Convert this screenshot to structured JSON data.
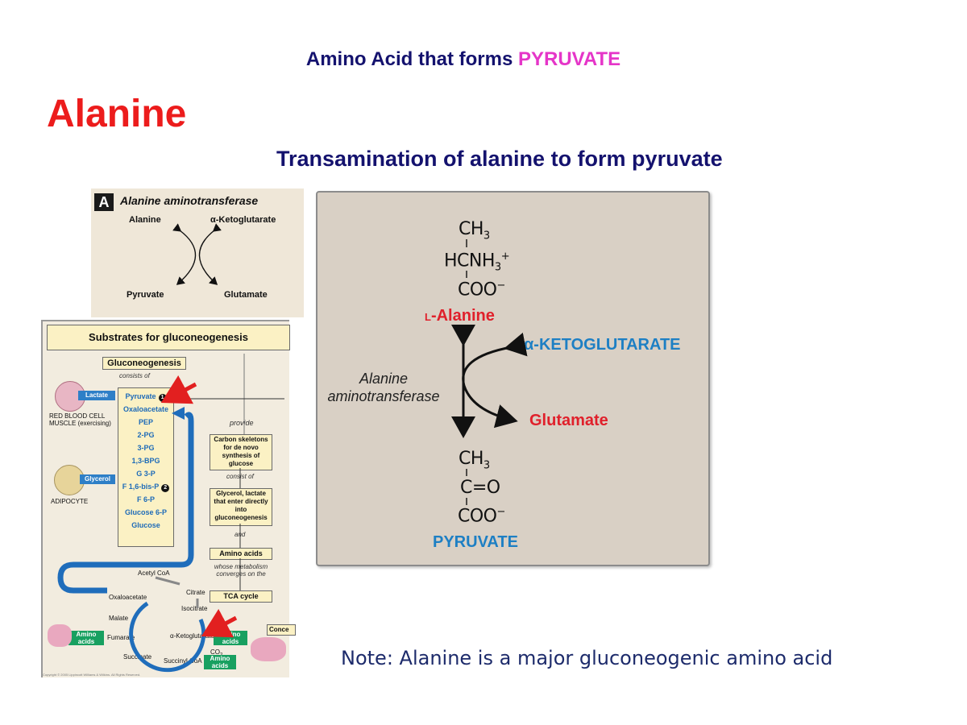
{
  "slide": {
    "header_prefix": "Amino Acid that forms ",
    "header_highlight": "PYRUVATE",
    "main_title": "Alanine",
    "subtitle": "Transamination of alanine to form pyruvate",
    "note": "Note: Alanine is a major gluconeogenic amino acid"
  },
  "panel_a": {
    "badge": "A",
    "title": "Alanine aminotransferase",
    "top_left": "Alanine",
    "top_right": "α-Ketoglutarate",
    "bottom_left": "Pyruvate",
    "bottom_right": "Glutamate"
  },
  "reaction": {
    "alanine_ch3": "CH",
    "alanine_hcnh": "HCNH",
    "alanine_coo": "COO",
    "alanine_name_prefix": "L",
    "alanine_name": "-Alanine",
    "ketoglutarate": "α-KETOGLUTARATE",
    "glutamate": "Glutamate",
    "enzyme_line1": "Alanine",
    "enzyme_line2": "aminotransferase",
    "pyruvate_ch3": "CH",
    "pyruvate_co": "C=O",
    "pyruvate_coo": "COO",
    "pyruvate_name": "PYRUVATE",
    "sub3": "3",
    "plus": "+",
    "minus": "−",
    "colors": {
      "red": "#e0202b",
      "blue": "#1d7fc4"
    }
  },
  "gng": {
    "title": "Substrates for gluconeogenesis",
    "gluco_label": "Gluconeogenesis",
    "consists_of": "consists of",
    "lactate": "Lactate",
    "rbc_line1": "RED BLOOD CELL",
    "rbc_line2": "MUSCLE (exercising)",
    "glycerol": "Glycerol",
    "adipocyte": "ADIPOCYTE",
    "pathway": [
      "Pyruvate",
      "Oxaloacetate",
      "PEP",
      "2-PG",
      "3-PG",
      "1,3-BPG",
      "G 3-P",
      "F 1,6-bis-P",
      "F 6-P",
      "Glucose 6-P",
      "Glucose"
    ],
    "step1": "1",
    "step2": "2",
    "provide": "provide",
    "carbon_box": "Carbon skeletons for de novo synthesis of glucose",
    "consist_of": "consist of",
    "glycerol_box": "Glycerol, lactate that enter directly into gluconeogenesis",
    "and": "and",
    "amino_box": "Amino acids",
    "whose": "whose metabolism converges on the",
    "tca_box": "TCA cycle",
    "acetyl": "Acetyl CoA",
    "oxaloacetate2": "Oxaloacetate",
    "citrate": "Citrate",
    "isocitrate": "Isocitrate",
    "malate": "Malate",
    "akg": "α-Ketoglutarate",
    "fumarate": "Fumarate",
    "succinate": "Succinate",
    "succinyl": "Succinyl CoA",
    "co2": "CO",
    "amino_acids": "Amino acids",
    "conce": "Conce",
    "copyright": "Copyright © 2005 Lippincott Williams & Wilkins. All Rights Reserved."
  }
}
